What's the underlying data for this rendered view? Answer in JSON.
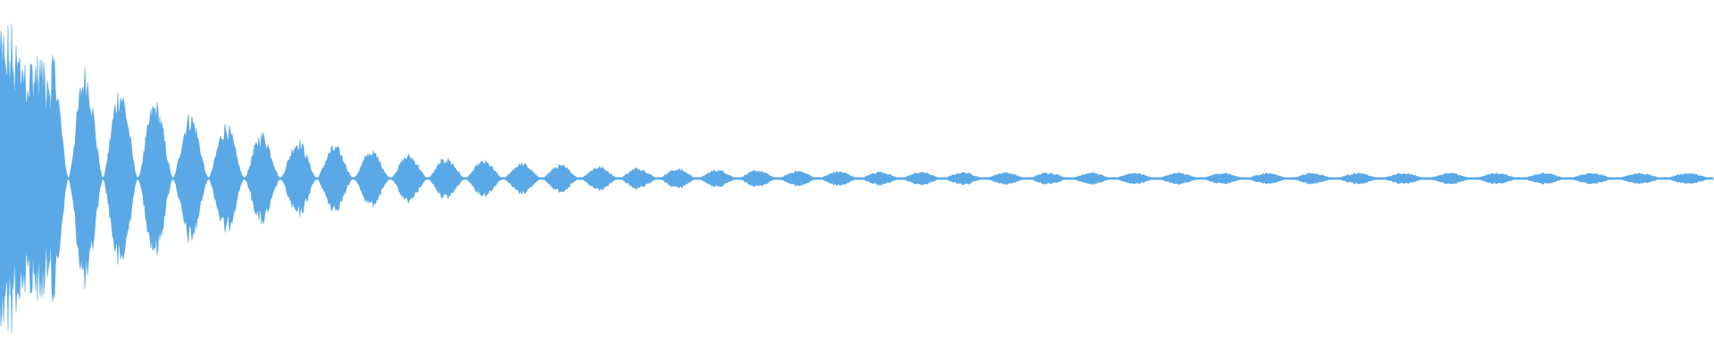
{
  "waveform": {
    "color": "#5aa9e6",
    "background": "#ffffff",
    "style": "mirrored amplitude waveform with decaying pulses",
    "decay_envelope": "exponential",
    "peak_level": 0.92,
    "tail_level": 0.03
  }
}
